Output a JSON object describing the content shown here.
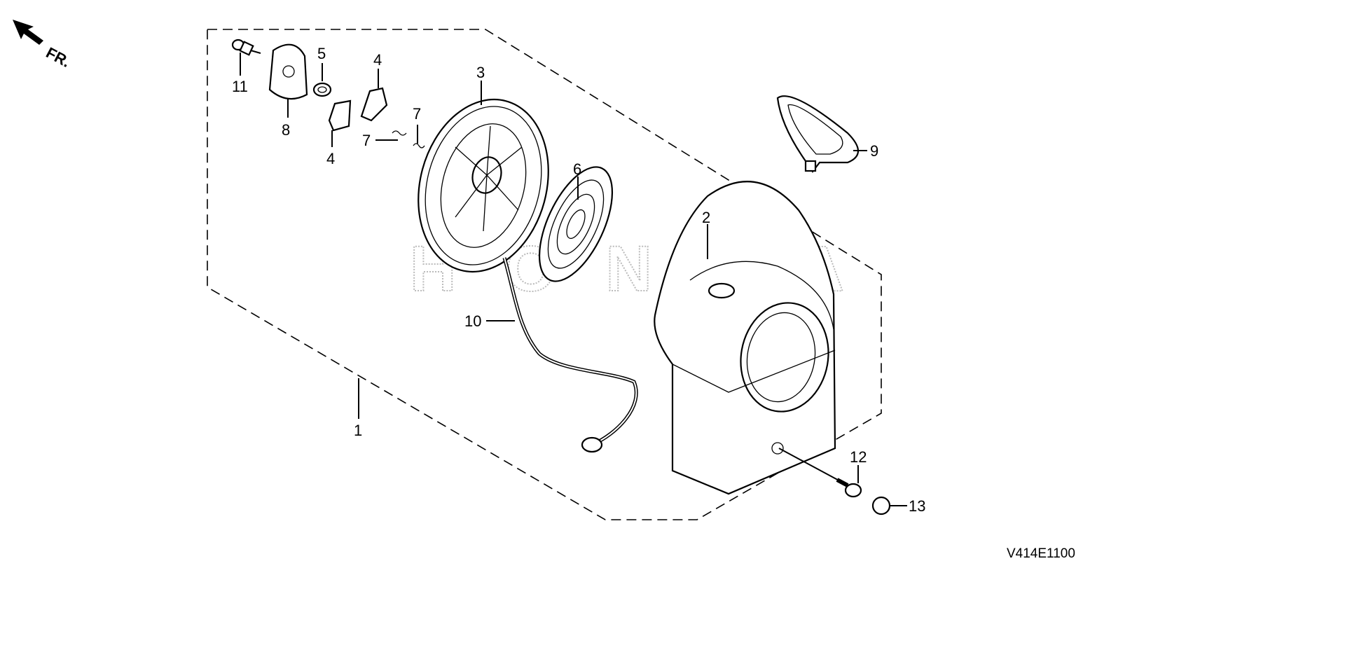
{
  "diagram": {
    "direction_label": "FR.",
    "drawing_code": "V414E1100",
    "watermark": "HONDA",
    "parts": [
      {
        "ref": "1"
      },
      {
        "ref": "2"
      },
      {
        "ref": "3"
      },
      {
        "ref": "4"
      },
      {
        "ref": "4"
      },
      {
        "ref": "5"
      },
      {
        "ref": "6"
      },
      {
        "ref": "7"
      },
      {
        "ref": "7"
      },
      {
        "ref": "8"
      },
      {
        "ref": "9"
      },
      {
        "ref": "10"
      },
      {
        "ref": "11"
      },
      {
        "ref": "12"
      },
      {
        "ref": "13"
      }
    ]
  }
}
